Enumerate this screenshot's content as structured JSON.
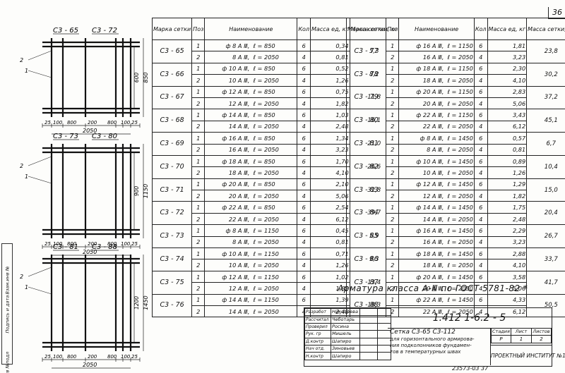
{
  "sheet": {
    "number": "36",
    "footer_code": "23573-03  37",
    "note": "Арматура класса А-Ⅲ по ГОСТ 5781-82 *"
  },
  "headers": {
    "mark": "Марка сетки",
    "pos": "Поз",
    "name": "Наименование",
    "qty": "Кол",
    "mass": "Масса ед, кг",
    "total": "Масса сетки, кг"
  },
  "left_rows": [
    {
      "mark": "С3 - 65",
      "total": "5,3",
      "items": [
        {
          "pos": "1",
          "bar": "ф 8 А Ⅲ,",
          "len": "ℓ = 850",
          "qty": "6",
          "mass": "0,34"
        },
        {
          "pos": "2",
          "bar": "8 А Ⅲ,",
          "len": "ℓ = 2050",
          "qty": "4",
          "mass": "0,81"
        }
      ]
    },
    {
      "mark": "С3 - 66",
      "total": "8,2",
      "items": [
        {
          "pos": "1",
          "bar": "ф 10 А Ⅲ,",
          "len": "ℓ = 850",
          "qty": "6",
          "mass": "0,52"
        },
        {
          "pos": "2",
          "bar": "10 А Ⅲ,",
          "len": "ℓ = 2050",
          "qty": "4",
          "mass": "1,26"
        }
      ]
    },
    {
      "mark": "С3 - 67",
      "total": "11,8",
      "items": [
        {
          "pos": "1",
          "bar": "ф 12 А Ⅲ,",
          "len": "ℓ = 850",
          "qty": "6",
          "mass": "0,75"
        },
        {
          "pos": "2",
          "bar": "12 А Ⅲ,",
          "len": "ℓ = 2050",
          "qty": "4",
          "mass": "1,82"
        }
      ]
    },
    {
      "mark": "С3 - 68",
      "total": "16,1",
      "items": [
        {
          "pos": "1",
          "bar": "ф 14 А Ⅲ,",
          "len": "ℓ = 850",
          "qty": "6",
          "mass": "1,03"
        },
        {
          "pos": "2",
          "bar": "14 А Ⅲ,",
          "len": "ℓ = 2050",
          "qty": "4",
          "mass": "2,48"
        }
      ]
    },
    {
      "mark": "С3 - 69",
      "total": "21,0",
      "items": [
        {
          "pos": "1",
          "bar": "ф 16 А Ⅲ,",
          "len": "ℓ = 850",
          "qty": "6",
          "mass": "1,34"
        },
        {
          "pos": "2",
          "bar": "16 А Ⅲ,",
          "len": "ℓ = 2050",
          "qty": "4",
          "mass": "3,23"
        }
      ]
    },
    {
      "mark": "С3 - 70",
      "total": "26,6",
      "items": [
        {
          "pos": "1",
          "bar": "ф 18 А Ⅲ,",
          "len": "ℓ = 850",
          "qty": "6",
          "mass": "1,70"
        },
        {
          "pos": "2",
          "bar": "18 А Ⅲ,",
          "len": "ℓ = 2050",
          "qty": "4",
          "mass": "4,10"
        }
      ]
    },
    {
      "mark": "С3 - 71",
      "total": "32,8",
      "items": [
        {
          "pos": "1",
          "bar": "ф 20 А Ⅲ,",
          "len": "ℓ = 850",
          "qty": "6",
          "mass": "2,10"
        },
        {
          "pos": "2",
          "bar": "20 А Ⅲ,",
          "len": "ℓ = 2050",
          "qty": "4",
          "mass": "5,06"
        }
      ]
    },
    {
      "mark": "С3 - 72",
      "total": "39,7",
      "items": [
        {
          "pos": "1",
          "bar": "ф 22 А Ⅲ,",
          "len": "ℓ = 850",
          "qty": "6",
          "mass": "2,54"
        },
        {
          "pos": "2",
          "bar": "22 А Ⅲ,",
          "len": "ℓ = 2050",
          "qty": "4",
          "mass": "6,12"
        }
      ]
    },
    {
      "mark": "С3 - 73",
      "total": "5,9",
      "items": [
        {
          "pos": "1",
          "bar": "ф 8 А Ⅲ,",
          "len": "ℓ = 1150",
          "qty": "6",
          "mass": "0,45"
        },
        {
          "pos": "2",
          "bar": "8 А Ⅲ,",
          "len": "ℓ = 2050",
          "qty": "4",
          "mass": "0,81"
        }
      ]
    },
    {
      "mark": "С3 - 74",
      "total": "9,3",
      "items": [
        {
          "pos": "1",
          "bar": "ф 10 А Ⅲ,",
          "len": "ℓ = 1150",
          "qty": "6",
          "mass": "0,71"
        },
        {
          "pos": "2",
          "bar": "10 А Ⅲ,",
          "len": "ℓ = 2050",
          "qty": "4",
          "mass": "1,26"
        }
      ]
    },
    {
      "mark": "С3 - 75",
      "total": "13,4",
      "items": [
        {
          "pos": "1",
          "bar": "ф 12 А Ⅲ,",
          "len": "ℓ = 1150",
          "qty": "6",
          "mass": "1,02"
        },
        {
          "pos": "2",
          "bar": "12 А Ⅲ,",
          "len": "ℓ = 2050",
          "qty": "4",
          "mass": "1,82"
        }
      ]
    },
    {
      "mark": "С3 - 76",
      "total": "18,3",
      "items": [
        {
          "pos": "1",
          "bar": "ф 14 А Ⅲ,",
          "len": "ℓ = 1150",
          "qty": "6",
          "mass": "1,39"
        },
        {
          "pos": "2",
          "bar": "14 А Ⅲ,",
          "len": "ℓ = 2050",
          "qty": "4",
          "mass": "2,48"
        }
      ]
    }
  ],
  "right_rows": [
    {
      "mark": "С3 - 77",
      "total": "23,8",
      "items": [
        {
          "pos": "1",
          "bar": "ф 16 А Ⅲ,",
          "len": "ℓ = 1150",
          "qty": "6",
          "mass": "1,81"
        },
        {
          "pos": "2",
          "bar": "16 А Ⅲ,",
          "len": "ℓ = 2050",
          "qty": "4",
          "mass": "3,23"
        }
      ]
    },
    {
      "mark": "С3 - 78",
      "total": "30,2",
      "items": [
        {
          "pos": "1",
          "bar": "ф 18 А Ⅲ,",
          "len": "ℓ = 1150",
          "qty": "6",
          "mass": "2,30"
        },
        {
          "pos": "2",
          "bar": "18 А Ⅲ,",
          "len": "ℓ = 2050",
          "qty": "4",
          "mass": "4,10"
        }
      ]
    },
    {
      "mark": "С3 - 79",
      "total": "37,2",
      "items": [
        {
          "pos": "1",
          "bar": "ф 20 А Ⅲ,",
          "len": "ℓ = 1150",
          "qty": "6",
          "mass": "2,83"
        },
        {
          "pos": "2",
          "bar": "20 А Ⅲ,",
          "len": "ℓ = 2050",
          "qty": "4",
          "mass": "5,06"
        }
      ]
    },
    {
      "mark": "С3 - 80",
      "total": "45,1",
      "items": [
        {
          "pos": "1",
          "bar": "ф 22 А Ⅲ,",
          "len": "ℓ = 1150",
          "qty": "6",
          "mass": "3,43"
        },
        {
          "pos": "2",
          "bar": "22 А Ⅲ,",
          "len": "ℓ = 2050",
          "qty": "4",
          "mass": "6,12"
        }
      ]
    },
    {
      "mark": "С3 - 81",
      "total": "6,7",
      "items": [
        {
          "pos": "1",
          "bar": "ф 8 А Ⅲ,",
          "len": "ℓ = 1450",
          "qty": "6",
          "mass": "0,57"
        },
        {
          "pos": "2",
          "bar": "8 А Ⅲ,",
          "len": "ℓ = 2050",
          "qty": "4",
          "mass": "0,81"
        }
      ]
    },
    {
      "mark": "С3 - 82",
      "total": "10,4",
      "items": [
        {
          "pos": "1",
          "bar": "ф 10 А Ⅲ,",
          "len": "ℓ = 1450",
          "qty": "6",
          "mass": "0,89"
        },
        {
          "pos": "2",
          "bar": "10 А Ⅲ,",
          "len": "ℓ = 2050",
          "qty": "4",
          "mass": "1,26"
        }
      ]
    },
    {
      "mark": "С3 - 83",
      "total": "15,0",
      "items": [
        {
          "pos": "1",
          "bar": "ф 12 А Ⅲ,",
          "len": "ℓ = 1450",
          "qty": "6",
          "mass": "1,29"
        },
        {
          "pos": "2",
          "bar": "12 А Ⅲ,",
          "len": "ℓ = 2050",
          "qty": "4",
          "mass": "1,82"
        }
      ]
    },
    {
      "mark": "С3 - 84",
      "total": "20,4",
      "items": [
        {
          "pos": "1",
          "bar": "ф 14 А Ⅲ,",
          "len": "ℓ = 1450",
          "qty": "6",
          "mass": "1,75"
        },
        {
          "pos": "2",
          "bar": "14 А Ⅲ,",
          "len": "ℓ = 2050",
          "qty": "4",
          "mass": "2,48"
        }
      ]
    },
    {
      "mark": "С3 - 85",
      "total": "26,7",
      "items": [
        {
          "pos": "1",
          "bar": "ф 16 А Ⅲ,",
          "len": "ℓ = 1450",
          "qty": "6",
          "mass": "2,29"
        },
        {
          "pos": "2",
          "bar": "16 А Ⅲ,",
          "len": "ℓ = 2050",
          "qty": "4",
          "mass": "3,23"
        }
      ]
    },
    {
      "mark": "С3 - 86",
      "total": "33,7",
      "items": [
        {
          "pos": "1",
          "bar": "ф 18 А Ⅲ,",
          "len": "ℓ = 1450",
          "qty": "6",
          "mass": "2,88"
        },
        {
          "pos": "2",
          "bar": "18 А Ⅲ,",
          "len": "ℓ = 2050",
          "qty": "4",
          "mass": "4,10"
        }
      ]
    },
    {
      "mark": "С3 - 87",
      "total": "41,7",
      "items": [
        {
          "pos": "1",
          "bar": "ф 20 А Ⅲ,",
          "len": "ℓ = 1450",
          "qty": "6",
          "mass": "3,58"
        },
        {
          "pos": "2",
          "bar": "20 А Ⅲ,",
          "len": "ℓ = 2050",
          "qty": "4",
          "mass": "5,06"
        }
      ]
    },
    {
      "mark": "С3 - 88",
      "total": "50,5",
      "items": [
        {
          "pos": "1",
          "bar": "ф 22 А Ⅲ,",
          "len": "ℓ = 1450",
          "qty": "6",
          "mass": "4,33"
        },
        {
          "pos": "2",
          "bar": "22 А Ⅲ,",
          "len": "ℓ = 2050",
          "qty": "4",
          "mass": "6,12"
        }
      ]
    }
  ],
  "diagrams": [
    {
      "title_a": "С3 - 65",
      "title_b": "С3 - 72",
      "height": "850",
      "inner": "600",
      "label1": "1",
      "label2": "2",
      "left_edge": "25",
      "dims": [
        "100",
        "800",
        "200",
        "800",
        "100"
      ],
      "right_edge": "25",
      "width": "2050"
    },
    {
      "title_a": "С3 - 73",
      "title_b": "С3 - 80",
      "height": "1150",
      "inner": "900",
      "label1": "1",
      "label2": "2",
      "left_edge": "25",
      "dims": [
        "100",
        "800",
        "200",
        "800",
        "100"
      ],
      "right_edge": "25",
      "width": "2050"
    },
    {
      "title_a": "С3 - 81",
      "title_b": "С3 - 88",
      "height": "1450",
      "inner": "1200",
      "label1": "1",
      "label2": "2",
      "left_edge": "25",
      "dims": [
        "100",
        "800",
        "200",
        "800",
        "100"
      ],
      "right_edge": "25",
      "width": "2050"
    }
  ],
  "title_block": {
    "doc_code": "1.412 1-6.2 - 5",
    "title_line1": "Сетка С3-65    С3-112",
    "title_line2": "для горизонтального армирова-",
    "title_line3": "ния подколонников фундамен-",
    "title_line4": "тов в температурных швах",
    "stage_label": "Стадия",
    "sheet_label": "Лист",
    "sheets_label": "Листов",
    "stage": "Р",
    "sheet": "1",
    "sheets": "2",
    "org": "ПРОЕКТНЫЙ ИНСТИТУТ №1",
    "people": [
      {
        "role": "Разработ",
        "name": "Николаева"
      },
      {
        "role": "Рассчитал",
        "name": "Чеботарь"
      },
      {
        "role": "Проверил",
        "name": "Росина"
      },
      {
        "role": "Рук. гр",
        "name": "Мишель"
      },
      {
        "role": "Д.контр",
        "name": "Шапиро"
      },
      {
        "role": "Нач отд.",
        "name": "Зиновьев"
      },
      {
        "role": "Н.контр",
        "name": "Шапиро"
      }
    ]
  },
  "margin": {
    "stamp1": "Инв №подл",
    "stamp2": "Подпись и дата",
    "stamp3": "Взам.инв №"
  }
}
